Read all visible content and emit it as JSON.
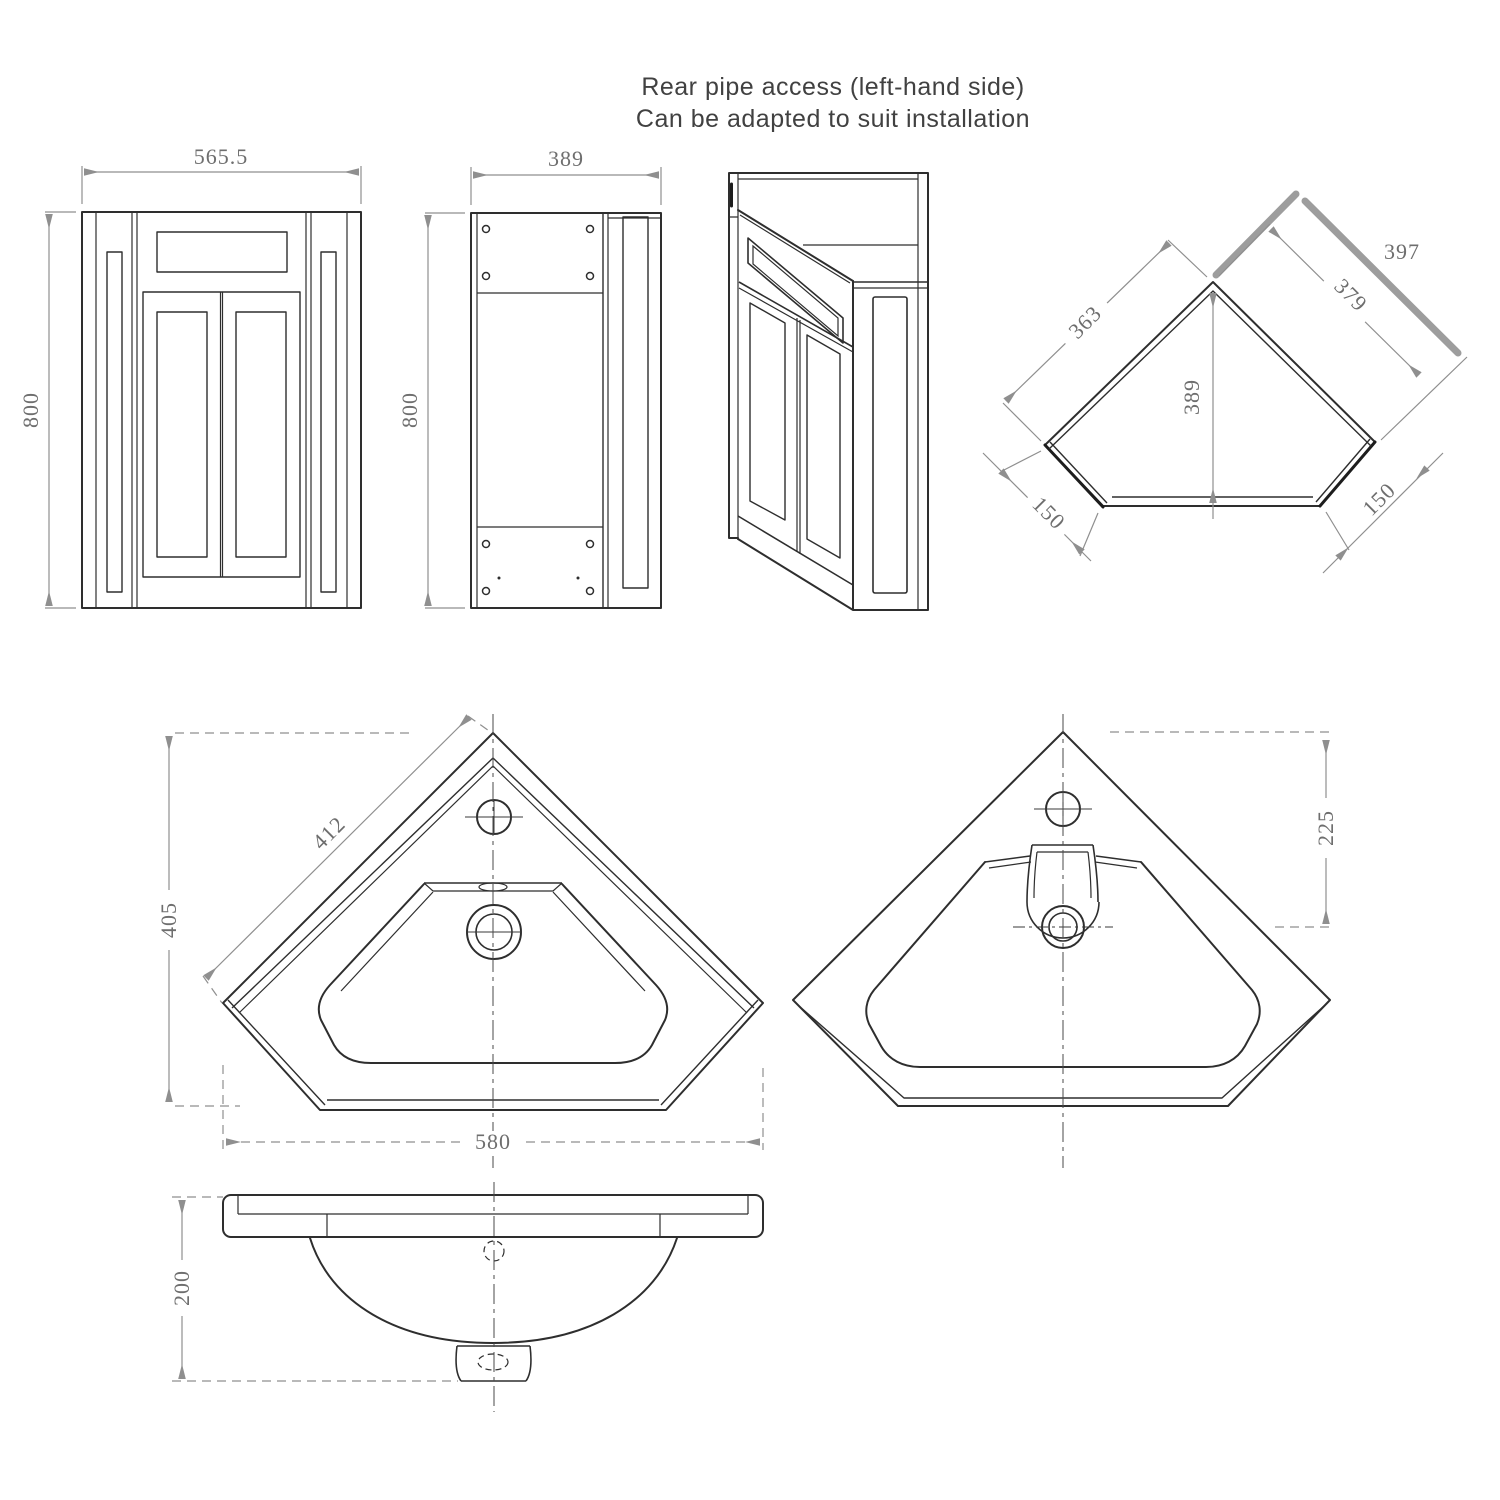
{
  "title": {
    "line1": "Rear pipe access (left-hand side)",
    "line2": "Can be adapted to suit installation"
  },
  "cabinet_front": {
    "width": "565.5",
    "height": "800"
  },
  "cabinet_back": {
    "width": "389",
    "height": "800"
  },
  "cabinet_plan": {
    "wall_length": "397",
    "front_edge": "379",
    "left_edge": "363",
    "depth": "389",
    "left_corner": "150",
    "right_corner": "150"
  },
  "basin_plan": {
    "edge": "412",
    "depth": "405",
    "width": "580"
  },
  "basin_underside": {
    "tap_to_drain": "225"
  },
  "basin_front": {
    "depth": "200"
  },
  "colors": {
    "line": "#2e2e2e",
    "dimension": "#8f8f8f",
    "dimension_text": "#6e6e6e",
    "wall": "#9d9d9d",
    "title_text": "#414141",
    "background": "#ffffff"
  }
}
